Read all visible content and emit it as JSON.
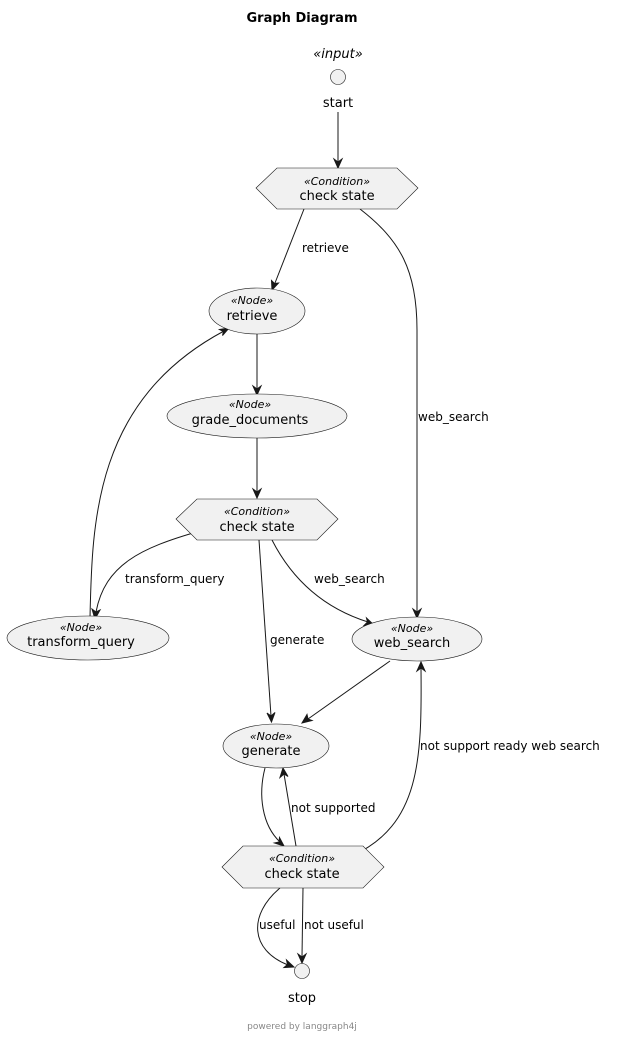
{
  "diagram": {
    "title": "Graph Diagram",
    "footer": "powered by langgraph4j",
    "input_stereotype": "«input»",
    "start_label": "start",
    "stop_label": "stop",
    "nodes": {
      "condition1": {
        "stereotype": "«Condition»",
        "label": "check state"
      },
      "retrieve": {
        "stereotype": "«Node»",
        "label": "retrieve"
      },
      "grade_documents": {
        "stereotype": "«Node»",
        "label": "grade_documents"
      },
      "condition2": {
        "stereotype": "«Condition»",
        "label": "check state"
      },
      "transform_query": {
        "stereotype": "«Node»",
        "label": "transform_query"
      },
      "web_search": {
        "stereotype": "«Node»",
        "label": "web_search"
      },
      "generate": {
        "stereotype": "«Node»",
        "label": "generate"
      },
      "condition3": {
        "stereotype": "«Condition»",
        "label": "check state"
      }
    },
    "edges": {
      "c1_retrieve": "retrieve",
      "c1_web_search": "web_search",
      "c2_transform_query": "transform_query",
      "c2_web_search": "web_search",
      "c2_generate": "generate",
      "c3_not_supported": "not supported",
      "c3_not_support_ready": "not support ready web search",
      "c3_useful": "useful",
      "c3_not_useful": "not useful"
    },
    "colors": {
      "node_fill": "#F1F1F1",
      "stroke": "#181818",
      "footer": "#888888"
    }
  }
}
